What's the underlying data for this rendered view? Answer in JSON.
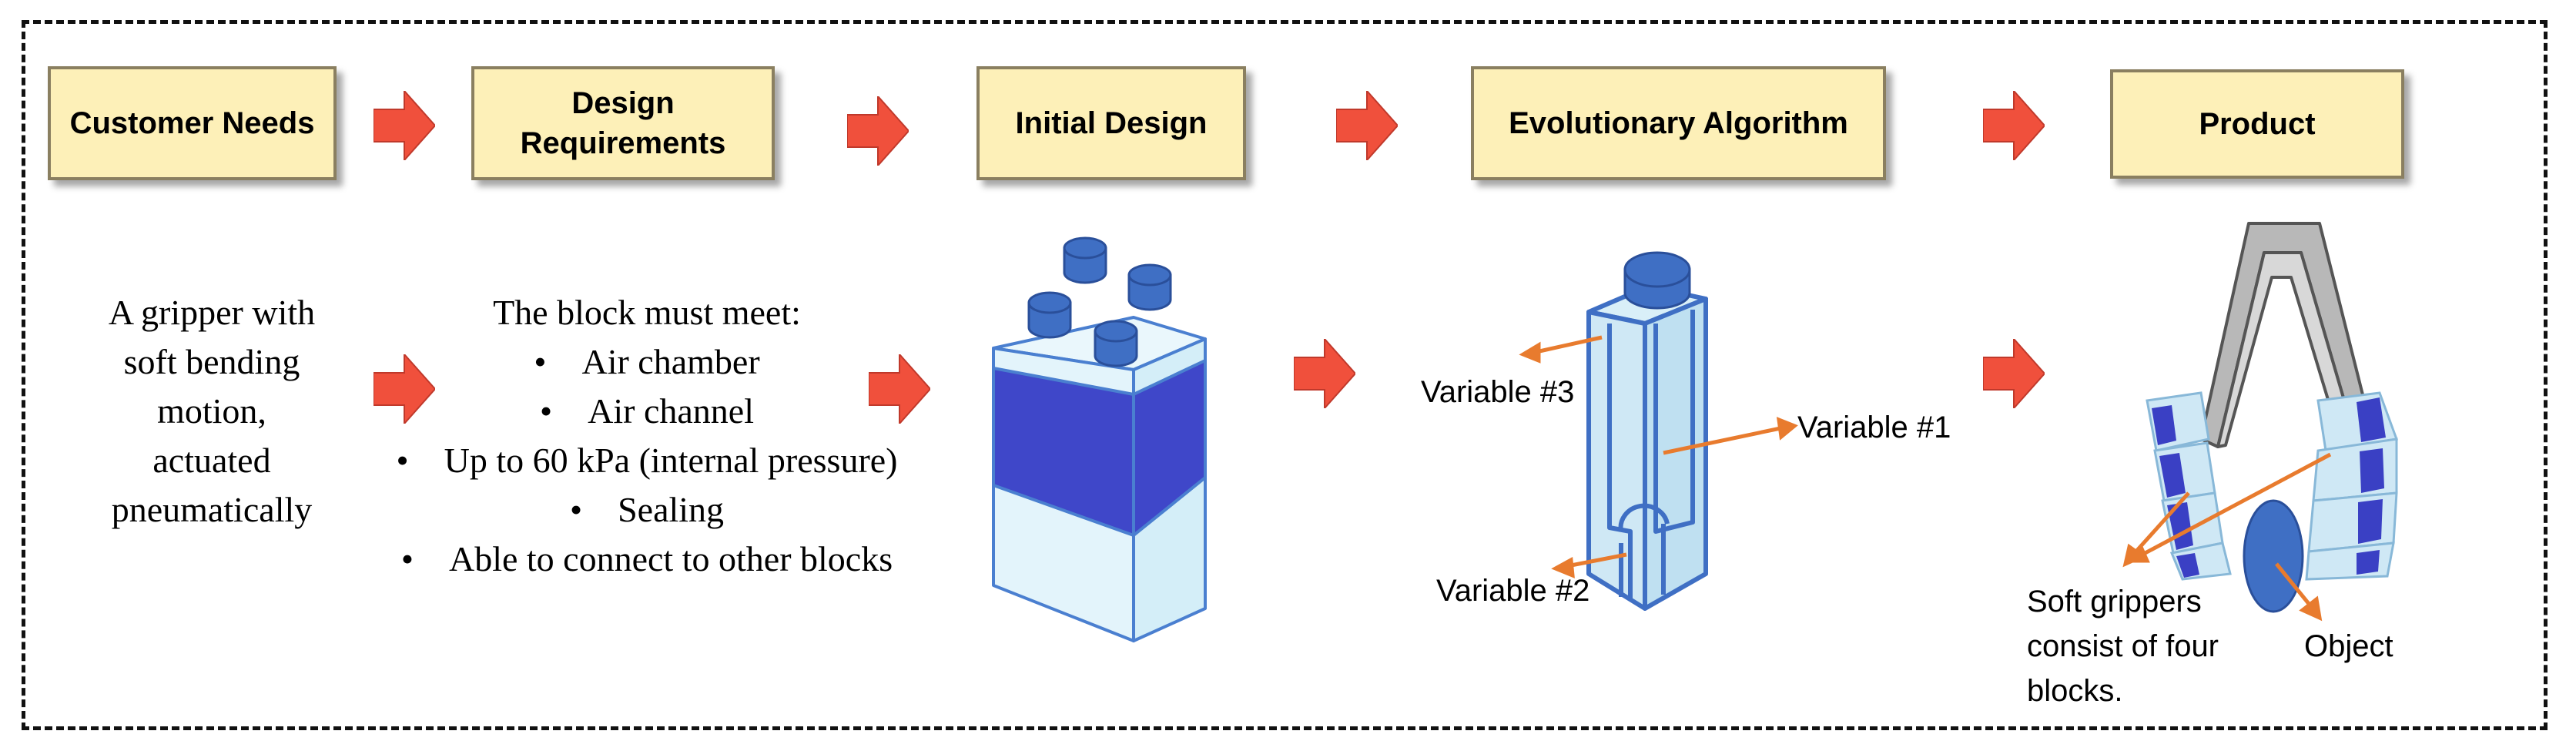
{
  "stages": [
    {
      "label": "Customer Needs"
    },
    {
      "label": "Design\nRequirements"
    },
    {
      "label": "Initial Design"
    },
    {
      "label": "Evolutionary Algorithm"
    },
    {
      "label": "Product"
    }
  ],
  "customer_needs": {
    "lines": [
      "A gripper with",
      "soft bending",
      "motion,",
      "actuated",
      "pneumatically"
    ]
  },
  "design_requirements": {
    "heading": "The block must meet:",
    "bullets": [
      "Air chamber",
      "Air channel",
      "Up to 60 kPa (internal pressure)",
      "Sealing",
      "Able to connect to other blocks"
    ]
  },
  "variables": {
    "v1": "Variable #1",
    "v2": "Variable #2",
    "v3": "Variable #3"
  },
  "product": {
    "caption": [
      "Soft grippers",
      "consist of four",
      "blocks."
    ],
    "object_label": "Object"
  },
  "colors": {
    "box_fill": "#fdf0b8",
    "arrow": "#f0503c",
    "block_blue": "#3f47c9",
    "light_blue": "#e3f4fb",
    "outline_blue": "#4a7fd0",
    "annotation_orange": "#e87b2e"
  },
  "icons": {
    "flow_arrow": "red-right-arrow-icon"
  }
}
